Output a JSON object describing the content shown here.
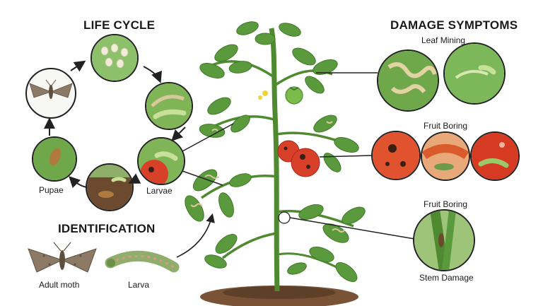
{
  "headings": {
    "life_cycle": "LIFE CYCLE",
    "damage_symptoms": "DAMAGE SYMPTOMS",
    "identification": "IDENTIFICATION"
  },
  "life_cycle_labels": {
    "pupae": "Pupae",
    "larvae": "Larvae"
  },
  "identification_labels": {
    "adult_moth": "Adult moth",
    "larva": "Larva"
  },
  "damage_labels": {
    "leaf_mining": "Leaf Mining",
    "fruit_boring_top": "Fruit Boring",
    "fruit_boring_lower": "Fruit Boring",
    "stem_damage": "Stem Damage"
  },
  "colors": {
    "leaf": "#5a9a3c",
    "leaf_dark": "#3f7a2a",
    "tomato": "#d9402a",
    "soil": "#6b4a2f",
    "moth": "#8c7a66",
    "larva": "#8fae6a"
  }
}
